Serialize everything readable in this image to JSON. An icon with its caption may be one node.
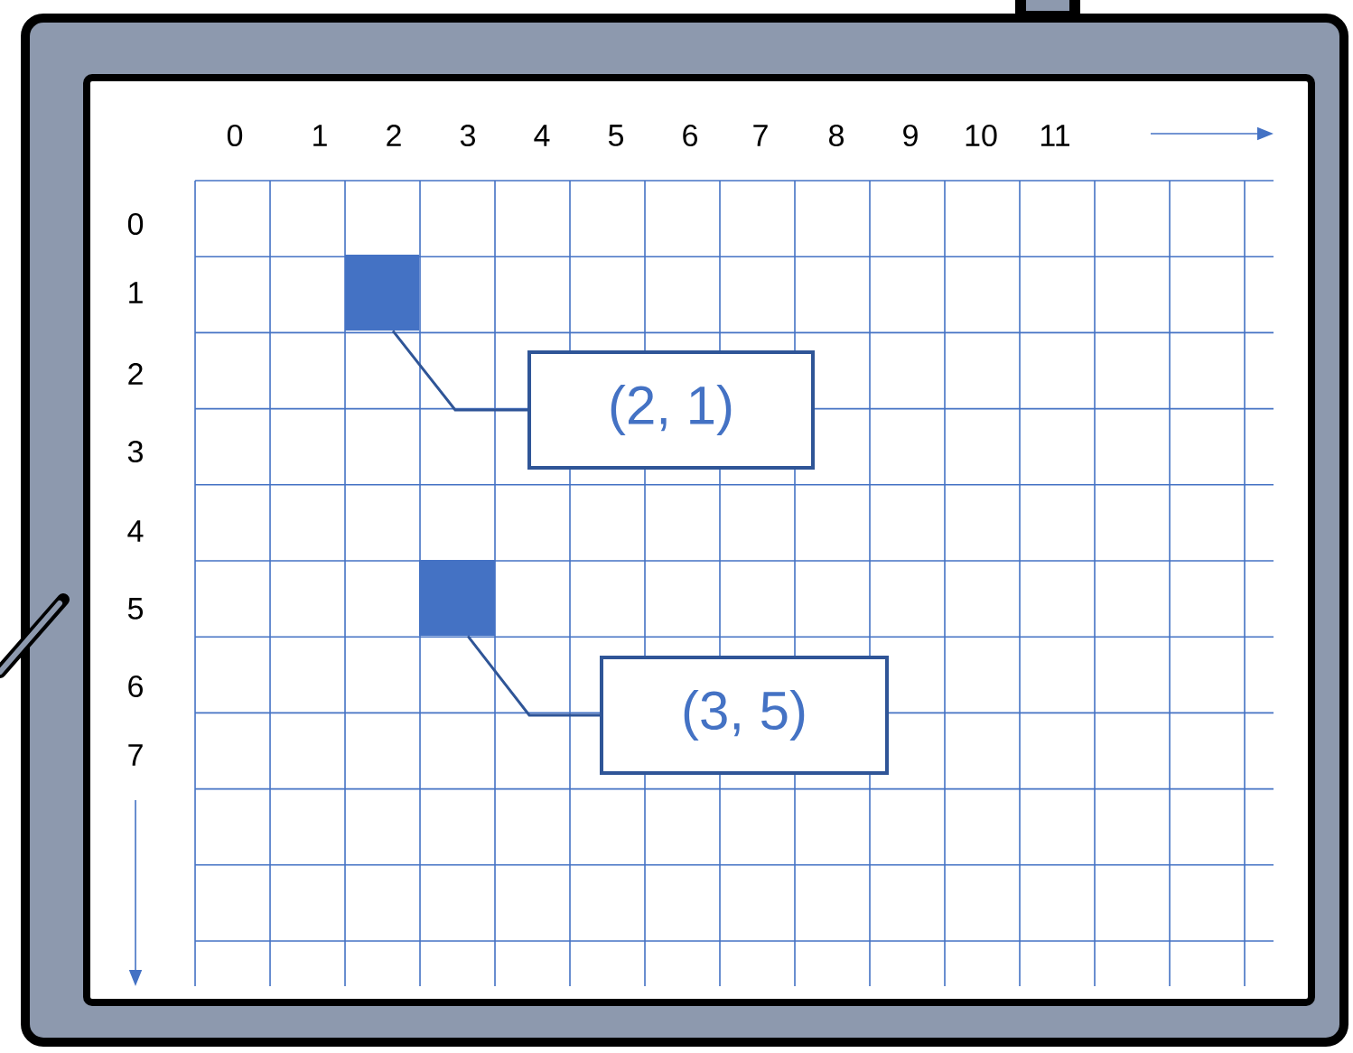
{
  "diagram": {
    "nodes": [
      {
        "text": [],
        "shape": "box"
      },
      {
        "text": [
          "(2, 1)"
        ]
      },
      {
        "text": [],
        "shape": "box"
      },
      {
        "text": [
          "(3, 5)"
        ]
      }
    ],
    "edges": [
      {
        "from": 1,
        "to": 0,
        "arrow": "none"
      },
      {
        "from": 3,
        "to": 2,
        "arrow": "none"
      }
    ],
    "labels": [
      "0",
      "1",
      "2",
      "3",
      "4",
      "5",
      "6",
      "7",
      "8",
      "9",
      "10",
      "11",
      "0",
      "1",
      "2",
      "3",
      "4",
      "5",
      "6",
      "7"
    ]
  }
}
